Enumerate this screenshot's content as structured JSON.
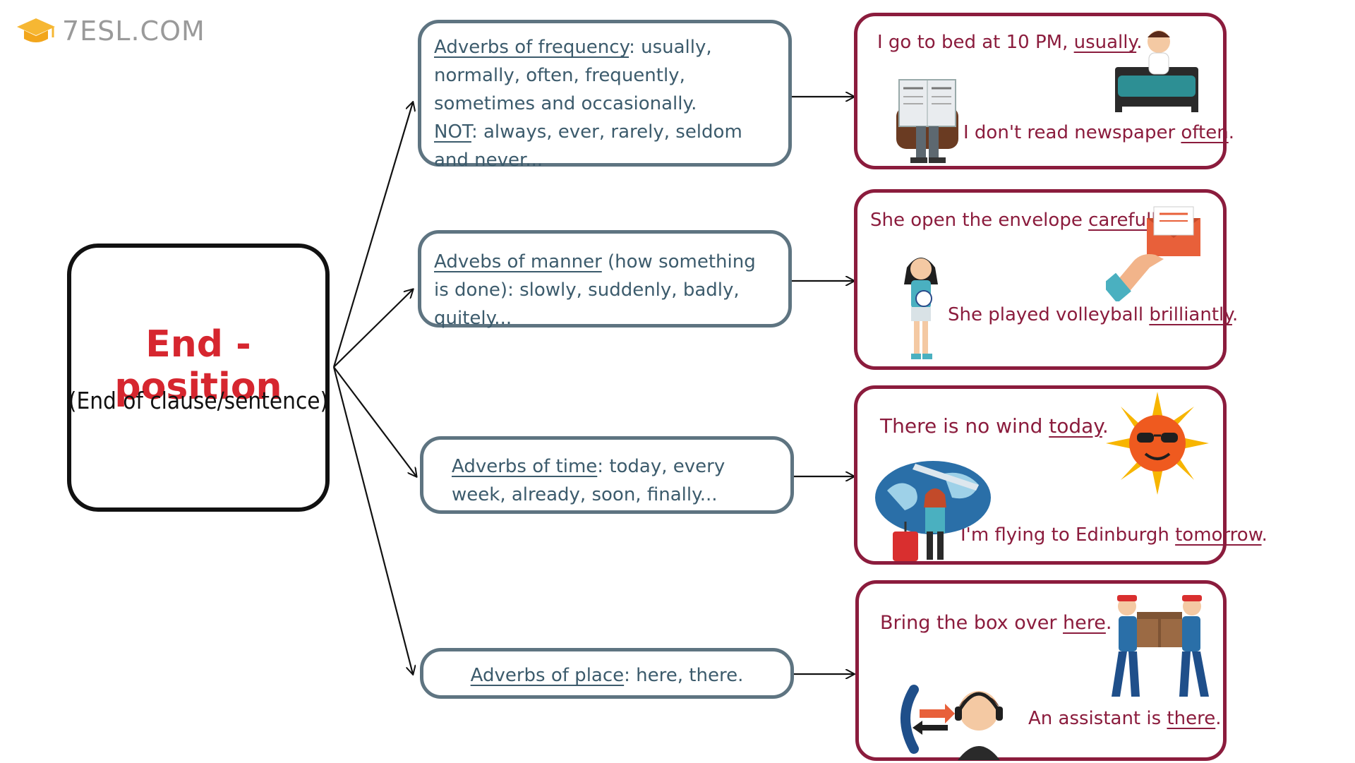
{
  "brand": {
    "name": "7ESL.COM",
    "accent": "#f6b733"
  },
  "colors": {
    "title_red": "#d6262f",
    "rule_border": "#5e7481",
    "rule_text": "#3c5b6c",
    "example_border": "#8b1c3d"
  },
  "main": {
    "title": "End - position",
    "subtitle": "(End of clause/sentence)"
  },
  "rules": [
    {
      "heading": "Adverbs of frequency",
      "text": ": usually, normally, often, frequently, sometimes and occasionally.",
      "not_label": "NOT",
      "not_text": ": always, ever, rarely, seldom and never..."
    },
    {
      "heading": "Advebs of manner",
      "text": " (how something is done): slowly, suddenly, badly, quitely..."
    },
    {
      "heading": "Adverbs of time",
      "text": ": today, every week, already, soon, finally..."
    },
    {
      "heading": "Adverbs of place",
      "text": ": here, there."
    }
  ],
  "examples": [
    {
      "s1": {
        "pre": "I go to bed at 10 PM, ",
        "kw": "usually",
        "post": "."
      },
      "s2": {
        "pre": "I don't read newspaper ",
        "kw": "often",
        "post": "."
      },
      "icons": [
        "man-in-bed-icon",
        "newspaper-reader-icon"
      ]
    },
    {
      "s1": {
        "pre": "She open the envelope ",
        "kw": "carefully",
        "post": "."
      },
      "s2": {
        "pre": "She played volleyball ",
        "kw": "brilliantly",
        "post": "."
      },
      "icons": [
        "envelope-hand-icon",
        "volleyball-girl-icon"
      ]
    },
    {
      "s1": {
        "pre": "There is no wind ",
        "kw": "today",
        "post": "."
      },
      "s2": {
        "pre": "I'm flying to Edinburgh ",
        "kw": "tomorrow",
        "post": "."
      },
      "icons": [
        "sun-icon",
        "traveler-globe-icon"
      ]
    },
    {
      "s1": {
        "pre": "Bring the box over ",
        "kw": "here",
        "post": "."
      },
      "s2": {
        "pre": "An assistant is ",
        "kw": "there",
        "post": "."
      },
      "icons": [
        "box-movers-icon",
        "call-assistant-icon"
      ]
    }
  ]
}
